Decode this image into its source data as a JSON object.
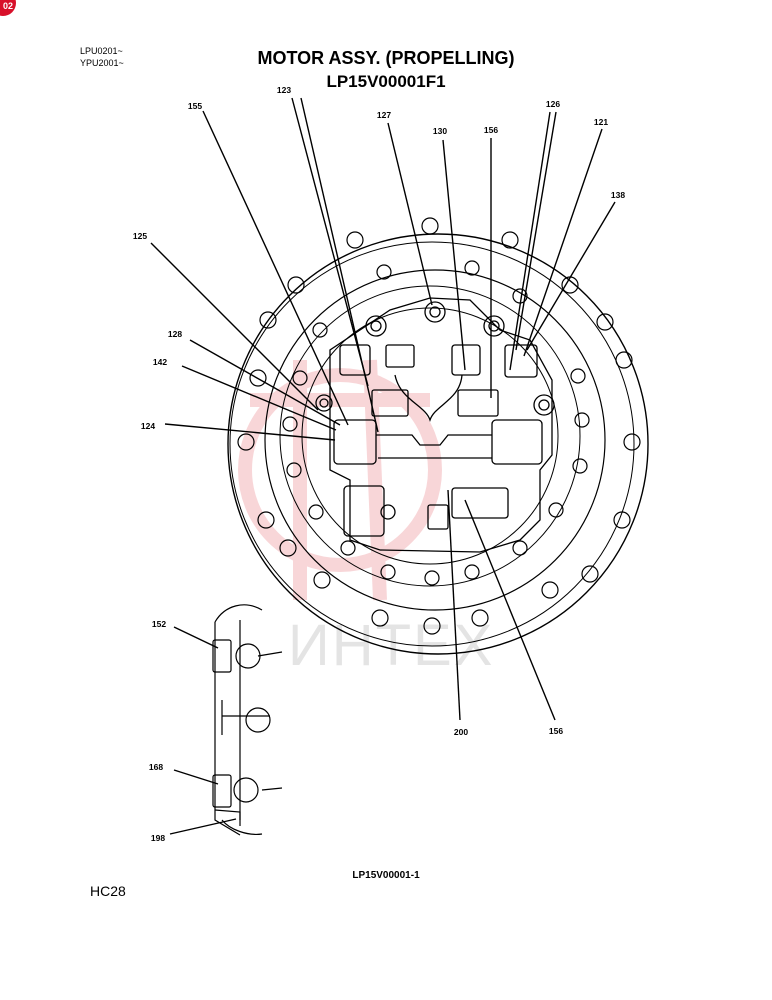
{
  "page_badge": "02",
  "serials": [
    "LPU0201~",
    "YPU2001~"
  ],
  "title": "MOTOR ASSY. (PROPELLING)",
  "subtitle": "LP15V00001F1",
  "watermark": "ИНТЕХ",
  "figure_id": "LP15V00001-1",
  "page_code": "HC28",
  "callouts": [
    {
      "id": "c155",
      "label": "155"
    },
    {
      "id": "c123",
      "label": "123"
    },
    {
      "id": "c127",
      "label": "127"
    },
    {
      "id": "c130",
      "label": "130"
    },
    {
      "id": "c156a",
      "label": "156"
    },
    {
      "id": "c126",
      "label": "126"
    },
    {
      "id": "c121",
      "label": "121"
    },
    {
      "id": "c138",
      "label": "138"
    },
    {
      "id": "c125",
      "label": "125"
    },
    {
      "id": "c128",
      "label": "128"
    },
    {
      "id": "c142",
      "label": "142"
    },
    {
      "id": "c124",
      "label": "124"
    },
    {
      "id": "c200",
      "label": "200"
    },
    {
      "id": "c156b",
      "label": "156"
    },
    {
      "id": "c152",
      "label": "152"
    },
    {
      "id": "c168",
      "label": "168"
    },
    {
      "id": "c198",
      "label": "198"
    }
  ]
}
